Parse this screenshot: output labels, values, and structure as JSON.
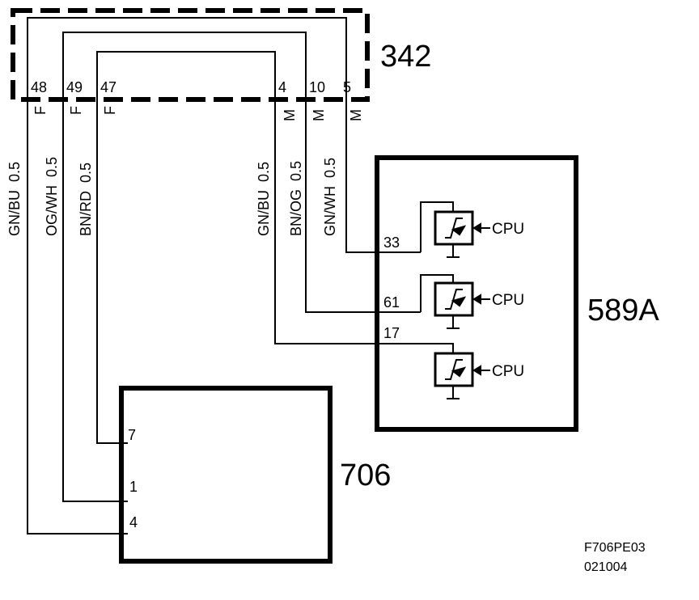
{
  "components": {
    "connector": "342",
    "ecu": "589A",
    "module": "706"
  },
  "connector_pins": {
    "p48": "48",
    "p49": "49",
    "p47": "47",
    "p4": "4",
    "p10": "10",
    "p5": "5",
    "f1": "F",
    "f2": "F",
    "f3": "F",
    "m1": "M",
    "m2": "M",
    "m3": "M"
  },
  "wire_labels": {
    "w1": "GN/BU  0.5",
    "w2": "OG/WH  0.5",
    "w3": "BN/RD  0.5",
    "w4": "GN/BU  0.5",
    "w5": "BN/OG  0.5",
    "w6": "GN/WH  0.5"
  },
  "ecu_pins": {
    "p33": "33",
    "p61": "61",
    "p17": "17"
  },
  "cpu_labels": {
    "c1": "CPU",
    "c2": "CPU",
    "c3": "CPU"
  },
  "module_pins": {
    "p7": "7",
    "p1": "1",
    "p4": "4"
  },
  "figure_code": {
    "line1": "F706PE03",
    "line2": "021004"
  }
}
